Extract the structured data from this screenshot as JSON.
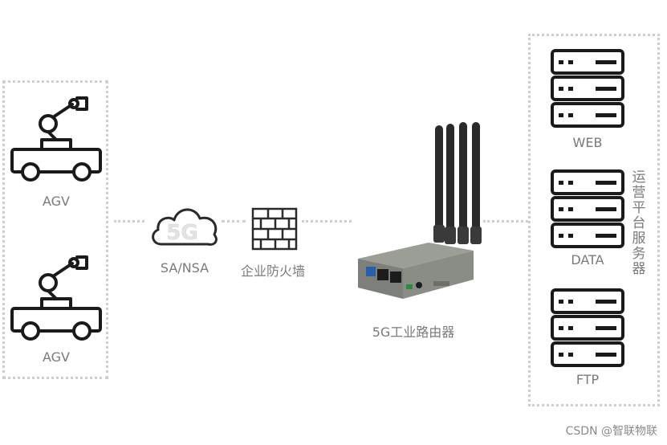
{
  "left_group": {
    "agv_top_label": "AGV",
    "agv_bottom_label": "AGV"
  },
  "network": {
    "cloud_badge": "5G",
    "cloud_label": "SA/NSA",
    "firewall_label": "企业防火墙"
  },
  "router": {
    "label": "5G工业路由器"
  },
  "servers": {
    "group_label": "运营平台服务器",
    "items": [
      {
        "label": "WEB"
      },
      {
        "label": "DATA"
      },
      {
        "label": "FTP"
      }
    ]
  },
  "watermark": "CSDN @智联物联",
  "colors": {
    "icon": "#1a1a1a",
    "dotted": "#cfcfcf",
    "router_body": "#8a8d86",
    "antenna": "#2b2b2b"
  }
}
